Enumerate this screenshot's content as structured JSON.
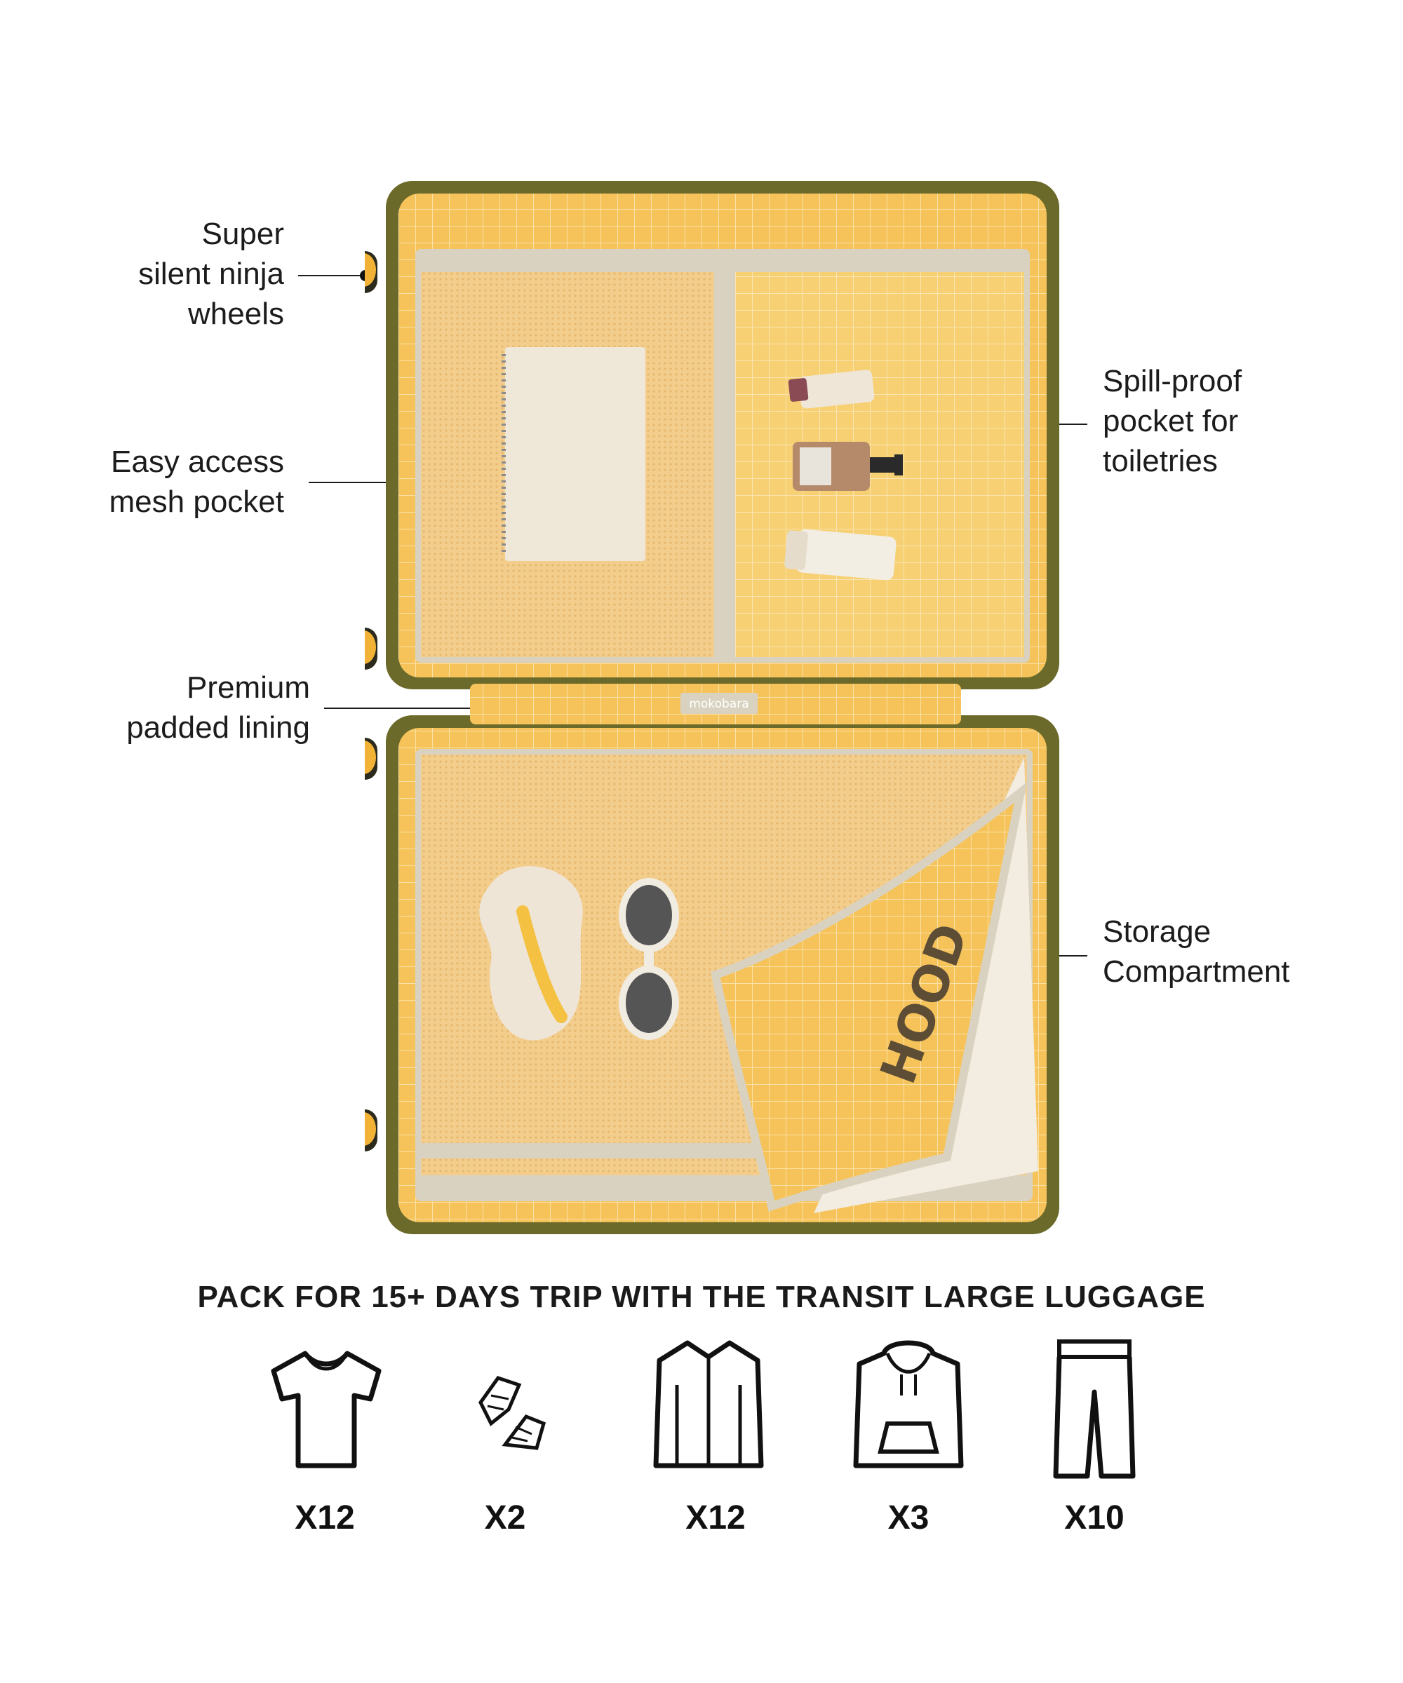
{
  "callouts": {
    "wheels": [
      "Super",
      "silent ninja",
      "wheels"
    ],
    "mesh_pocket": [
      "Easy access",
      "mesh pocket"
    ],
    "lining": [
      "Premium",
      "padded lining"
    ],
    "spill_pocket": [
      "Spill-proof",
      "pocket for",
      "toiletries"
    ],
    "storage": [
      "Storage",
      "Compartment"
    ]
  },
  "brand_tag": "mokobara",
  "heading": "PACK FOR 15+ DAYS TRIP WITH THE TRANSIT LARGE LUGGAGE",
  "items": [
    {
      "icon": "tshirt-icon",
      "count": "X12"
    },
    {
      "icon": "shoes-icon",
      "count": "X2"
    },
    {
      "icon": "shirt-icon",
      "count": "X12"
    },
    {
      "icon": "hoodie-icon",
      "count": "X3"
    },
    {
      "icon": "trousers-icon",
      "count": "X10"
    }
  ],
  "colors": {
    "shell": "#6b6a2a",
    "lining": "#f6c35a",
    "mesh": "#f2cf8f",
    "wheel": "#f1b236",
    "zipper": "#d9d2c0"
  }
}
